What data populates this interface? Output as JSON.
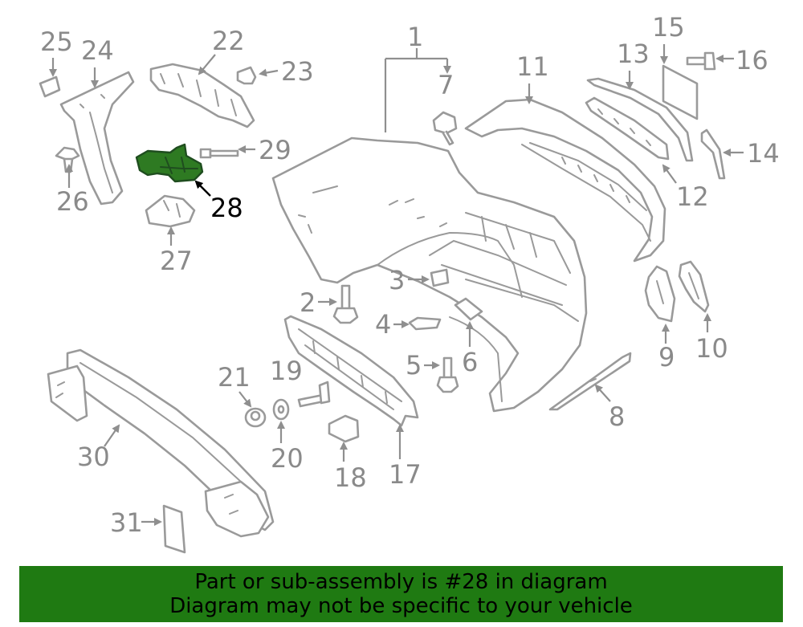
{
  "colors": {
    "highlight": "#2e7a22",
    "banner_bg": "#1f7a12",
    "line": "#9a9a9a",
    "label": "#8a8a8a"
  },
  "highlighted_part": "28",
  "labels": {
    "p1": "1",
    "p2": "2",
    "p3": "3",
    "p4": "4",
    "p5": "5",
    "p6": "6",
    "p7": "7",
    "p8": "8",
    "p9": "9",
    "p10": "10",
    "p11": "11",
    "p12": "12",
    "p13": "13",
    "p14": "14",
    "p15": "15",
    "p16": "16",
    "p17": "17",
    "p18": "18",
    "p19": "19",
    "p20": "20",
    "p21": "21",
    "p22": "22",
    "p23": "23",
    "p24": "24",
    "p25": "25",
    "p26": "26",
    "p27": "27",
    "p28": "28",
    "p29": "29",
    "p30": "30",
    "p31": "31"
  },
  "banner": {
    "line1": "Part or sub-assembly is #28 in diagram",
    "line2": "Diagram may not be specific to your vehicle"
  }
}
